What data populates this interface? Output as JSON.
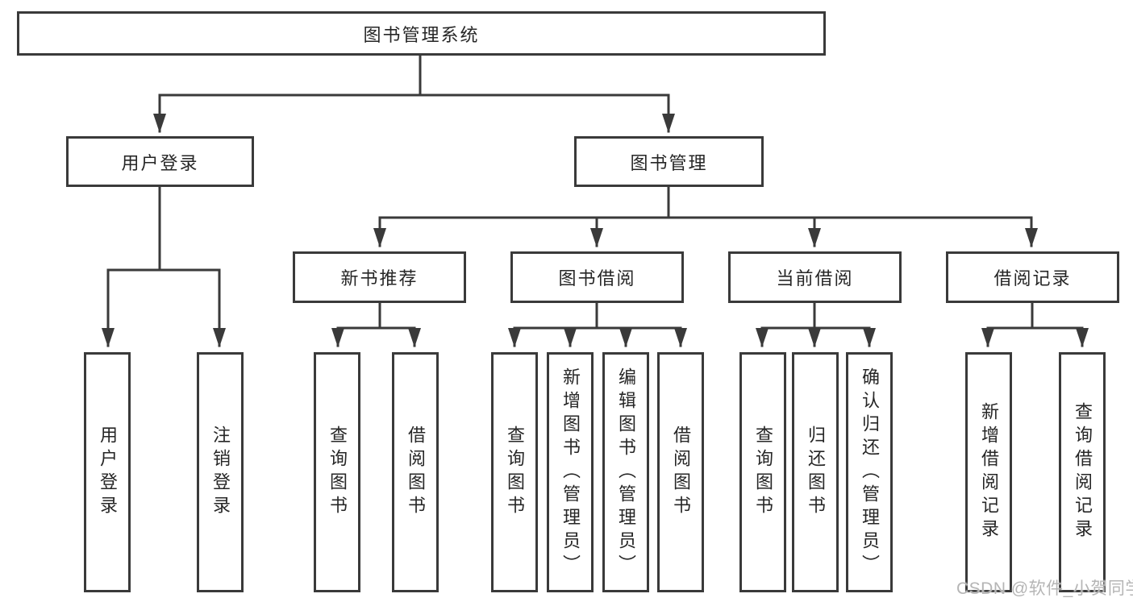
{
  "diagram": {
    "root": {
      "label": "图书管理系统"
    },
    "level2": [
      {
        "label": "用户登录"
      },
      {
        "label": "图书管理"
      }
    ],
    "level3": [
      {
        "label": "新书推荐"
      },
      {
        "label": "图书借阅"
      },
      {
        "label": "当前借阅"
      },
      {
        "label": "借阅记录"
      }
    ],
    "leaves": [
      {
        "label": "用户登录"
      },
      {
        "label": "注销登录"
      },
      {
        "label": "查询图书"
      },
      {
        "label": "借阅图书"
      },
      {
        "label": "查询图书"
      },
      {
        "label": "新增图书（管理员）"
      },
      {
        "label": "编辑图书（管理员）"
      },
      {
        "label": "借阅图书"
      },
      {
        "label": "查询图书"
      },
      {
        "label": "归还图书"
      },
      {
        "label": "确认归还（管理员）"
      },
      {
        "label": "新增借阅记录"
      },
      {
        "label": "查询借阅记录"
      }
    ]
  },
  "watermark": "CSDN @软件_小贺同学",
  "colors": {
    "line": "#3a3a3a",
    "text": "#262626",
    "watermark": "#b5b5b5",
    "background": "#ffffff"
  }
}
